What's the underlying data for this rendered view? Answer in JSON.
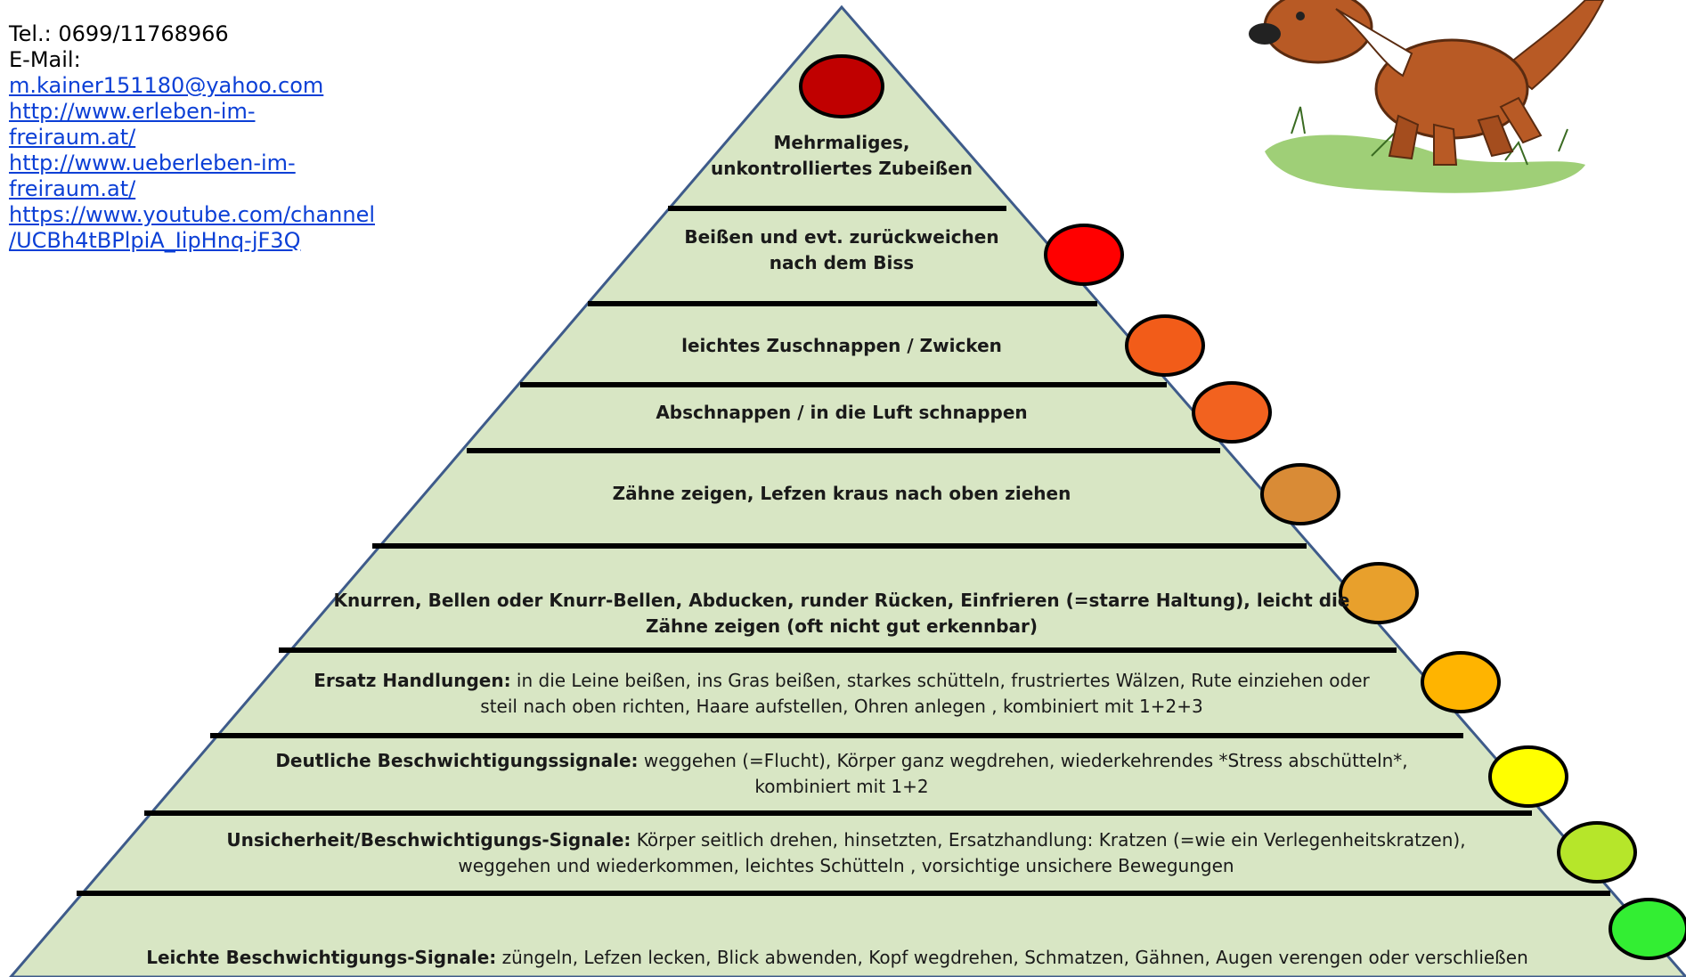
{
  "contact": {
    "tel": "Tel.: 0699/11768966",
    "email_label": "E-Mail:",
    "email": "m.kainer151180@yahoo.com",
    "link1_a": "http://www.erleben-im-",
    "link1_b": "freiraum.at/",
    "link2_a": "http://www.ueberleben-im-",
    "link2_b": "freiraum.at/",
    "link3_a": "https://www.youtube.com/channel",
    "link3_b": "/UCBh4tBPlpiA_IipHnq-jF3Q"
  },
  "levels": [
    {
      "title": "Mehrmaliges,",
      "title2": "unkontrolliertes Zubeißen",
      "color": "#c00000"
    },
    {
      "title": "Beißen und evt. zurückweichen",
      "title2": "nach dem Biss",
      "color": "#ff0000"
    },
    {
      "title": "leichtes Zuschnappen / Zwicken",
      "color": "#f25c19"
    },
    {
      "title": "Abschnappen / in die Luft schnappen",
      "color": "#f2621f"
    },
    {
      "title": "Zähne zeigen, Lefzen kraus nach oben ziehen",
      "color": "#d98b36"
    },
    {
      "title": "Knurren, Bellen oder Knurr-Bellen, Abducken, runder Rücken, Einfrieren (=starre Haltung), leicht die",
      "title2": "Zähne zeigen (oft nicht gut erkennbar)",
      "color": "#e8a02c"
    },
    {
      "title": "Ersatz Handlungen:",
      "text": "  in die Leine beißen, ins Gras beißen, starkes schütteln, frustriertes Wälzen, Rute einziehen oder",
      "text2": "steil nach oben richten, Haare aufstellen, Ohren anlegen , kombiniert mit 1+2+3",
      "color": "#ffb400"
    },
    {
      "title": "Deutliche Beschwichtigungssignale:",
      "text": " weggehen (=Flucht), Körper ganz wegdrehen, wiederkehrendes *Stress abschütteln*,",
      "text2": "kombiniert mit 1+2",
      "color": "#ffff00"
    },
    {
      "title": "Unsicherheit/Beschwichtigungs-Signale:",
      "text": " Körper seitlich drehen, hinsetzten, Ersatzhandlung: Kratzen (=wie ein Verlegenheitskratzen),",
      "text2": "weggehen und wiederkommen, leichtes Schütteln , vorsichtige unsichere Bewegungen",
      "color": "#b6e62a"
    },
    {
      "title": "Leichte Beschwichtigungs-Signale:",
      "text": " züngeln, Lefzen lecken, Blick abwenden, Kopf wegdrehen, Schmatzen, Gähnen, Augen verengen oder verschließen",
      "color": "#33ee33"
    }
  ],
  "colors": {
    "pyramid_fill": "#d8e6c4",
    "pyramid_stroke": "#3e5b8a"
  }
}
